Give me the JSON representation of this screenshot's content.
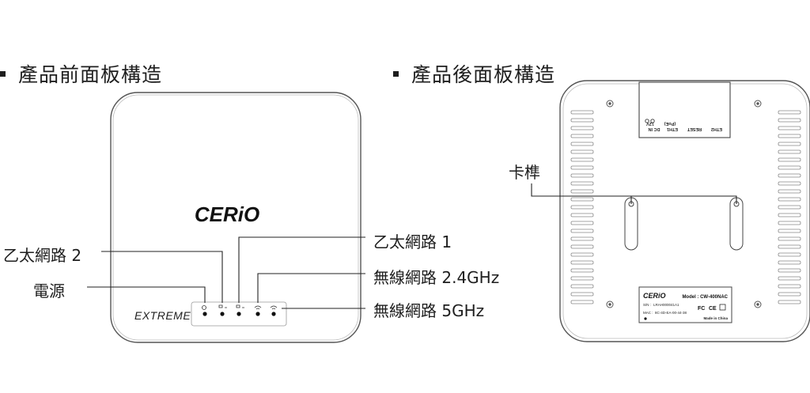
{
  "front": {
    "heading": "產品前面板構造",
    "logo": "CERiO",
    "brand": "EXTREME",
    "callouts": {
      "lan2": "乙太網路 2",
      "power": "電源",
      "lan1": "乙太網路 1",
      "wlan24": "無線網路 2.4GHz",
      "wlan5": "無線網路 5GHz"
    }
  },
  "rear": {
    "heading": "產品後面板構造",
    "callout_slot": "卡榫",
    "ports": [
      "DC IN",
      "ETH1",
      "RESET",
      "ETH2"
    ],
    "port_sub": [
      "12V",
      "(PoE)"
    ],
    "label": {
      "logo": "CERiO",
      "model": "Model : CW-400NAC",
      "sn_label": "S/N :",
      "sn": "LRAH000041A1",
      "mac_label": "MAC :",
      "mac": "8C-4D-EA-00-44-38",
      "made_in": "Made in China"
    }
  }
}
